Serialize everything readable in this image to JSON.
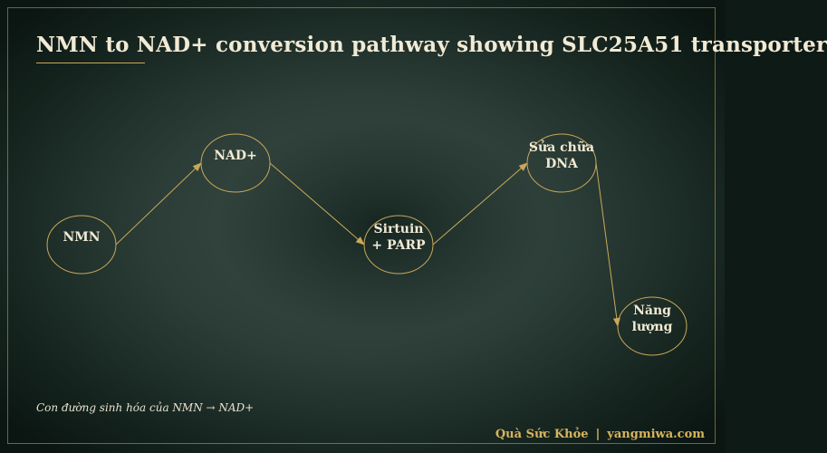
{
  "title": "NMN to NAD+ conversion pathway showing SLC25A51 transporter",
  "caption": "Con đường sinh hóa của NMN → NAD+",
  "footer": {
    "brand": "Quà Sức Khỏe",
    "separator": "|",
    "site": "yangmiwa.com"
  },
  "colors": {
    "accent": "#c9a85a",
    "text": "#f1ead4",
    "background": "#2c3d37"
  },
  "diagram": {
    "nodes": [
      {
        "id": "nmn",
        "lines": [
          "NMN"
        ]
      },
      {
        "id": "nad",
        "lines": [
          "NAD+"
        ]
      },
      {
        "id": "sirtuin",
        "lines": [
          "Sirtuin",
          "+ PARP"
        ]
      },
      {
        "id": "dna",
        "lines": [
          "Sửa chữa",
          "DNA"
        ]
      },
      {
        "id": "energy",
        "lines": [
          "Năng",
          "lượng"
        ]
      }
    ],
    "edges": [
      {
        "from": "nmn",
        "to": "nad"
      },
      {
        "from": "nad",
        "to": "sirtuin"
      },
      {
        "from": "sirtuin",
        "to": "dna"
      },
      {
        "from": "dna",
        "to": "energy"
      }
    ]
  }
}
